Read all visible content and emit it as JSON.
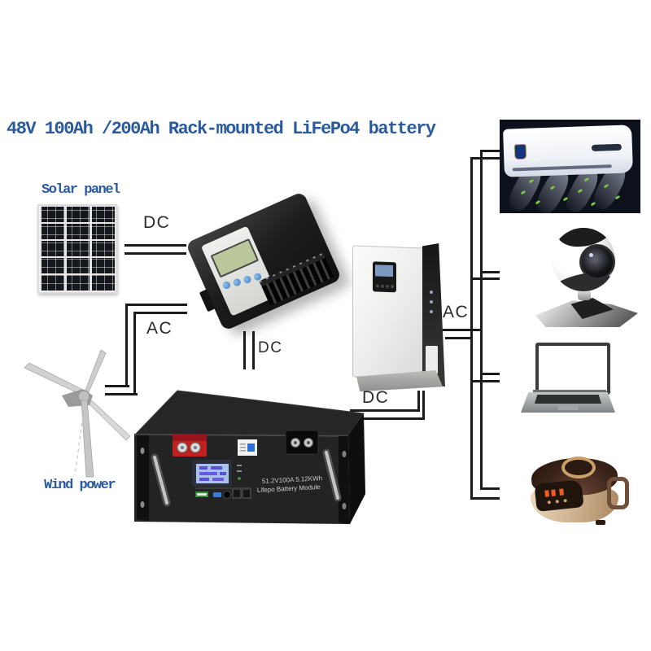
{
  "title": "48V 100Ah /200Ah Rack-mounted LiFePo4 battery",
  "source_labels": {
    "solar": "Solar panel",
    "wind": "Wind power"
  },
  "connections": {
    "solar_to_controller": {
      "label": "DC"
    },
    "wind_to_controller": {
      "label": "AC"
    },
    "controller_to_battery": {
      "label": "DC"
    },
    "battery_to_inverter": {
      "label": "DC"
    },
    "inverter_to_loads": {
      "label": "AC"
    }
  },
  "battery": {
    "spec": "51.2V100A 5.12KWh",
    "module": "Lifepo Battery Module"
  },
  "illustrations": [
    "solar-panel",
    "wind-turbine",
    "charge-controller",
    "hybrid-inverter",
    "rack-battery",
    "air-conditioner",
    "webcam",
    "laptop",
    "rice-cooker"
  ],
  "colors": {
    "title_blue": "#2a5a9e",
    "wire": "#1b1b1b",
    "wire_label": "#2b2b2b",
    "battery_text": "#c8c8c8"
  }
}
